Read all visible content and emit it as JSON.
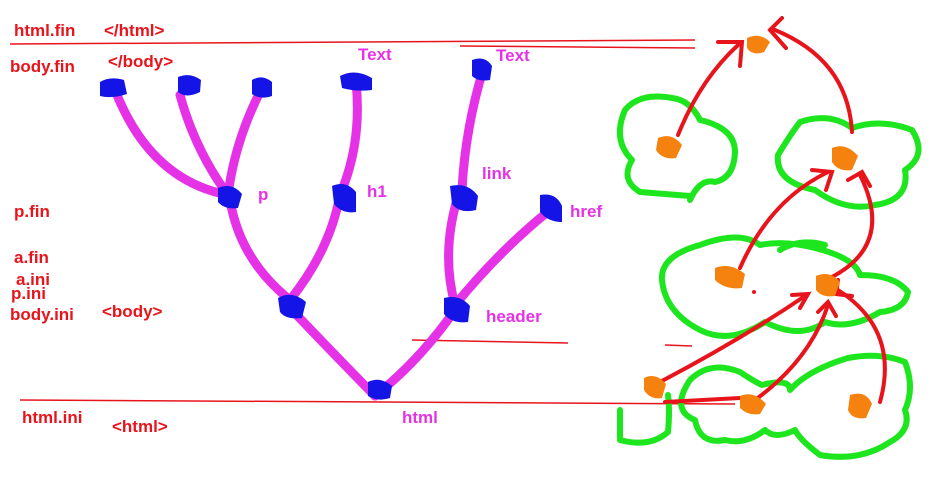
{
  "left_labels": {
    "html_fin": "html.fin",
    "body_fin": "body.fin",
    "p_fin": "p.fin",
    "a_fin": "a.fin",
    "a_ini": "a.ini",
    "p_ini": "p.ini",
    "body_ini": "body.ini",
    "html_ini": "html.ini"
  },
  "tags": {
    "html_close": "</html>",
    "body_close": "</body>",
    "body_open": "<body>",
    "html_open": "<html>"
  },
  "tree_labels": {
    "text1": "Text",
    "text2": "Text",
    "p": "p",
    "h1": "h1",
    "link": "link",
    "href": "href",
    "header": "header",
    "html": "html"
  },
  "colors": {
    "red": "#e8141c",
    "magenta": "#e632e6",
    "blue_node": "#1414e6",
    "green": "#1ee61e",
    "orange": "#f5820f"
  }
}
